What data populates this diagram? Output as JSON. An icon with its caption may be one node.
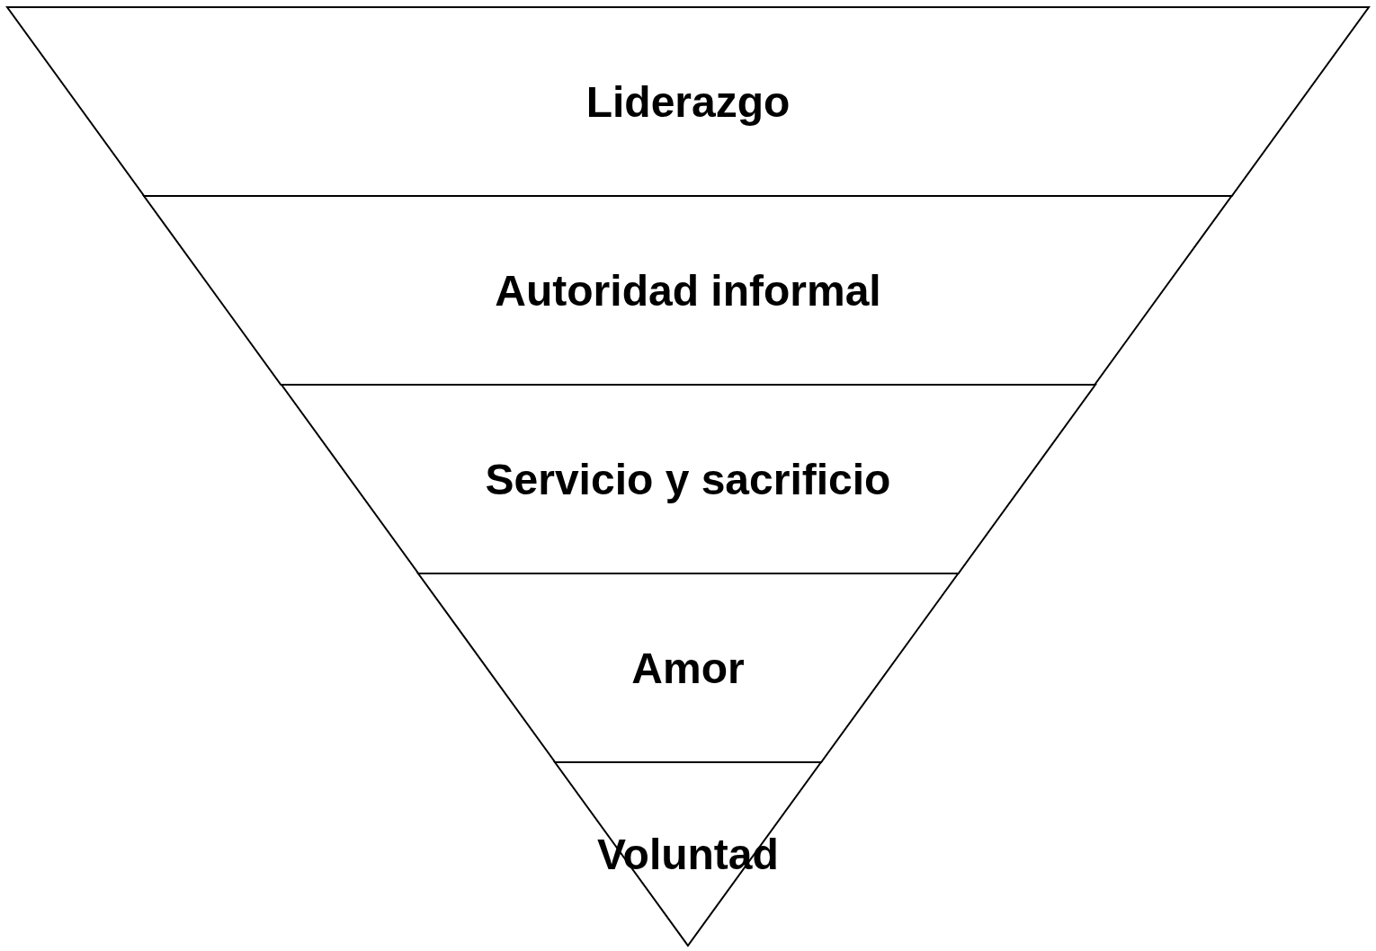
{
  "diagram": {
    "nodes": [
      {
        "text": [
          "Liderazgo"
        ]
      },
      {
        "text": [
          "Autoridad informal"
        ]
      },
      {
        "text": [
          "Servicio y sacrificio"
        ]
      },
      {
        "text": [
          "Amor"
        ]
      },
      {
        "text": [
          "Voluntad"
        ]
      }
    ]
  }
}
